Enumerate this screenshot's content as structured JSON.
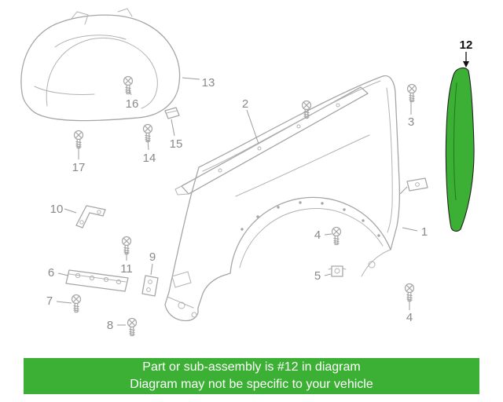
{
  "banner": {
    "line1": "Part or sub-assembly is #12 in diagram",
    "line2": "Diagram may not be specific to your vehicle",
    "background_color": "#3cb034",
    "text_color": "#ffffff"
  },
  "diagram": {
    "highlight_color": "#3cb034",
    "line_color": "#a6a6a6",
    "label_color": "#8a8a8a",
    "callout": {
      "text": "12"
    },
    "labels": [
      {
        "id": "13",
        "text": "13"
      },
      {
        "id": "16",
        "text": "16"
      },
      {
        "id": "2",
        "text": "2"
      },
      {
        "id": "15",
        "text": "15"
      },
      {
        "id": "14",
        "text": "14"
      },
      {
        "id": "17",
        "text": "17"
      },
      {
        "id": "3",
        "text": "3"
      },
      {
        "id": "10",
        "text": "10"
      },
      {
        "id": "1",
        "text": "1"
      },
      {
        "id": "4a",
        "text": "4"
      },
      {
        "id": "9",
        "text": "9"
      },
      {
        "id": "11",
        "text": "11"
      },
      {
        "id": "6",
        "text": "6"
      },
      {
        "id": "5",
        "text": "5"
      },
      {
        "id": "7",
        "text": "7"
      },
      {
        "id": "8",
        "text": "8"
      },
      {
        "id": "4b",
        "text": "4"
      }
    ]
  }
}
